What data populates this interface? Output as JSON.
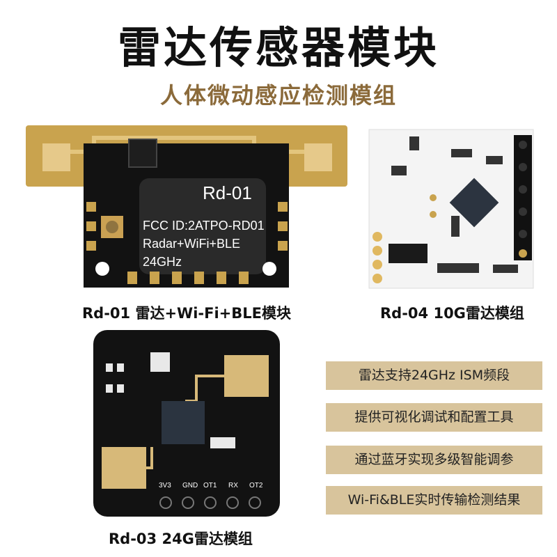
{
  "header": {
    "title": "雷达传感器模块",
    "subtitle": "人体微动感应检测模组"
  },
  "modules": [
    {
      "caption": "Rd-01  雷达+Wi-Fi+BLE模块",
      "board_name": "Rd-01",
      "board_lines": [
        "FCC ID:2ATPO-RD01",
        "Radar+WiFi+BLE",
        "24GHz"
      ]
    },
    {
      "caption": "Rd-04  10G雷达模组"
    },
    {
      "caption": "Rd-03  24G雷达模组",
      "pins": [
        "3V3",
        "GND",
        "OT1",
        "RX",
        "OT2"
      ]
    }
  ],
  "features": [
    "雷达支持24GHz ISM频段",
    "提供可视化调试和配置工具",
    "通过蓝牙实现多级智能调参",
    "Wi-Fi&BLE实时传输检测结果"
  ],
  "colors": {
    "feature_bg": "#d8c49c",
    "subtitle": "#8b6a3a",
    "pcb_black": "#111111",
    "gold": "#c9a34e"
  }
}
